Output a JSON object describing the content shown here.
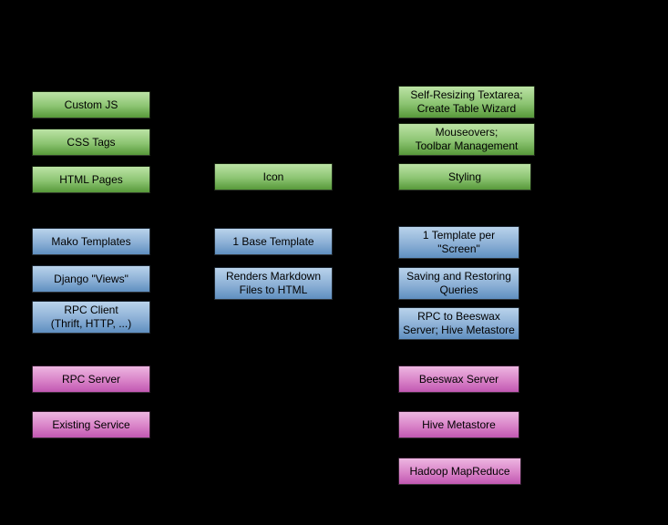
{
  "palette": {
    "background": "#000000",
    "text": "#000000",
    "green_top": "#bce3a5",
    "green_bottom": "#57993a",
    "blue_top": "#b9d3eb",
    "blue_bottom": "#5f8fc0",
    "magenta_top": "#edb6e1",
    "magenta_bottom": "#c158b2"
  },
  "boxes": [
    {
      "name": "custom-js",
      "tier": "green",
      "label": "Custom JS"
    },
    {
      "name": "css-tags",
      "tier": "green",
      "label": "CSS Tags"
    },
    {
      "name": "html-pages",
      "tier": "green",
      "label": "HTML Pages"
    },
    {
      "name": "mako-templates",
      "tier": "blue",
      "label": "Mako Templates"
    },
    {
      "name": "django-views",
      "tier": "blue",
      "label": "Django \"Views\""
    },
    {
      "name": "rpc-client",
      "tier": "blue",
      "label": "RPC Client\n(Thrift, HTTP, ...)"
    },
    {
      "name": "rpc-server",
      "tier": "magenta",
      "label": "RPC Server"
    },
    {
      "name": "existing-service",
      "tier": "magenta",
      "label": "Existing Service"
    },
    {
      "name": "icon",
      "tier": "green",
      "label": "Icon"
    },
    {
      "name": "base-template",
      "tier": "blue",
      "label": "1 Base Template"
    },
    {
      "name": "renders-markdown",
      "tier": "blue",
      "label": "Renders Markdown\nFiles to HTML"
    },
    {
      "name": "self-resizing-textarea",
      "tier": "green",
      "label": "Self-Resizing Textarea;\nCreate Table Wizard"
    },
    {
      "name": "mouseovers-toolbar",
      "tier": "green",
      "label": "Mouseovers;\nToolbar Management"
    },
    {
      "name": "styling",
      "tier": "green",
      "label": "Styling"
    },
    {
      "name": "template-per-screen",
      "tier": "blue",
      "label": "1 Template per\n\"Screen\""
    },
    {
      "name": "saving-restoring-queries",
      "tier": "blue",
      "label": "Saving and Restoring\nQueries"
    },
    {
      "name": "rpc-to-beeswax",
      "tier": "blue",
      "label": "RPC to Beeswax\nServer; Hive Metastore"
    },
    {
      "name": "beeswax-server",
      "tier": "magenta",
      "label": "Beeswax Server"
    },
    {
      "name": "hive-metastore",
      "tier": "magenta",
      "label": "Hive Metastore"
    },
    {
      "name": "hadoop-mapreduce",
      "tier": "magenta",
      "label": "Hadoop MapReduce"
    }
  ]
}
